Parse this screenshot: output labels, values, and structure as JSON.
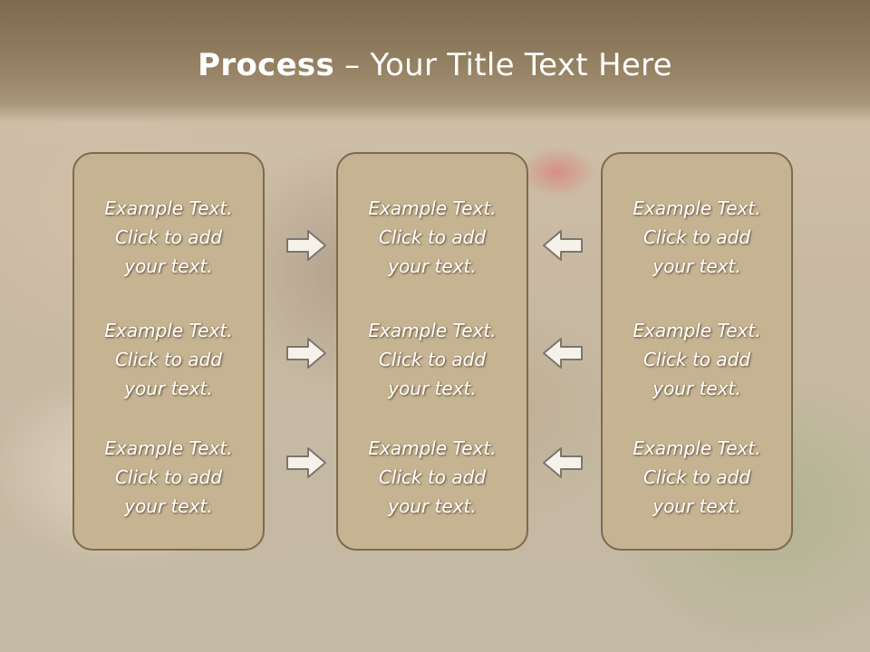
{
  "slide": {
    "title_bold": "Process",
    "title_rest": " – Your Title Text Here"
  },
  "columns": [
    {
      "items": [
        {
          "line1": "Example Text.",
          "line2": "Click  to add",
          "line3": "your text."
        },
        {
          "line1": "Example Text.",
          "line2": "Click  to add",
          "line3": "your text."
        },
        {
          "line1": "Example Text.",
          "line2": "Click  to add",
          "line3": "your text."
        }
      ]
    },
    {
      "items": [
        {
          "line1": "Example Text.",
          "line2": "Click  to add",
          "line3": "your text."
        },
        {
          "line1": "Example Text.",
          "line2": "Click  to add",
          "line3": "your text."
        },
        {
          "line1": "Example Text.",
          "line2": "Click  to add",
          "line3": "your text."
        }
      ]
    },
    {
      "items": [
        {
          "line1": "Example Text.",
          "line2": "Click  to add",
          "line3": "your text."
        },
        {
          "line1": "Example Text.",
          "line2": "Click  to add",
          "line3": "your text."
        },
        {
          "line1": "Example Text.",
          "line2": "Click  to add",
          "line3": "your text."
        }
      ]
    }
  ],
  "arrows": {
    "left_group": [
      "right-arrow-icon",
      "right-arrow-icon",
      "right-arrow-icon"
    ],
    "right_group": [
      "left-arrow-icon",
      "left-arrow-icon",
      "left-arrow-icon"
    ]
  },
  "colors": {
    "box_fill": "#c5b391",
    "box_border": "#7c6a52",
    "header": "#8a7759",
    "text": "#ffffff"
  }
}
